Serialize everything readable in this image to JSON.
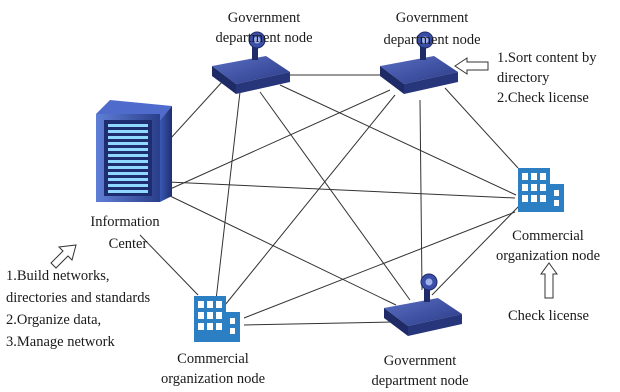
{
  "nodes": {
    "gov_top_left": {
      "line1": "Government",
      "line2": "department node"
    },
    "gov_top_right": {
      "line1": "Government",
      "line2": "department node"
    },
    "gov_bottom": {
      "line1": "Government",
      "line2": "department node"
    },
    "info_center": {
      "line1": "Information",
      "line2": "Center"
    },
    "commercial_right": {
      "line1": "Commercial",
      "line2": "organization node"
    },
    "commercial_left": {
      "line1": "Commercial",
      "line2": "organization node"
    }
  },
  "notes": {
    "gov_top_right": [
      "1.Sort content by",
      "directory",
      "2.Check license"
    ],
    "info_center": [
      "1.Build networks,",
      "directories and standards",
      "2.Organize data,",
      "3.Manage network"
    ],
    "commercial_right": [
      "Check license"
    ]
  },
  "colors": {
    "line": "#333333",
    "device": "#2d3f8f",
    "building": "#2d7fc4",
    "server": "#2a3f8a"
  }
}
